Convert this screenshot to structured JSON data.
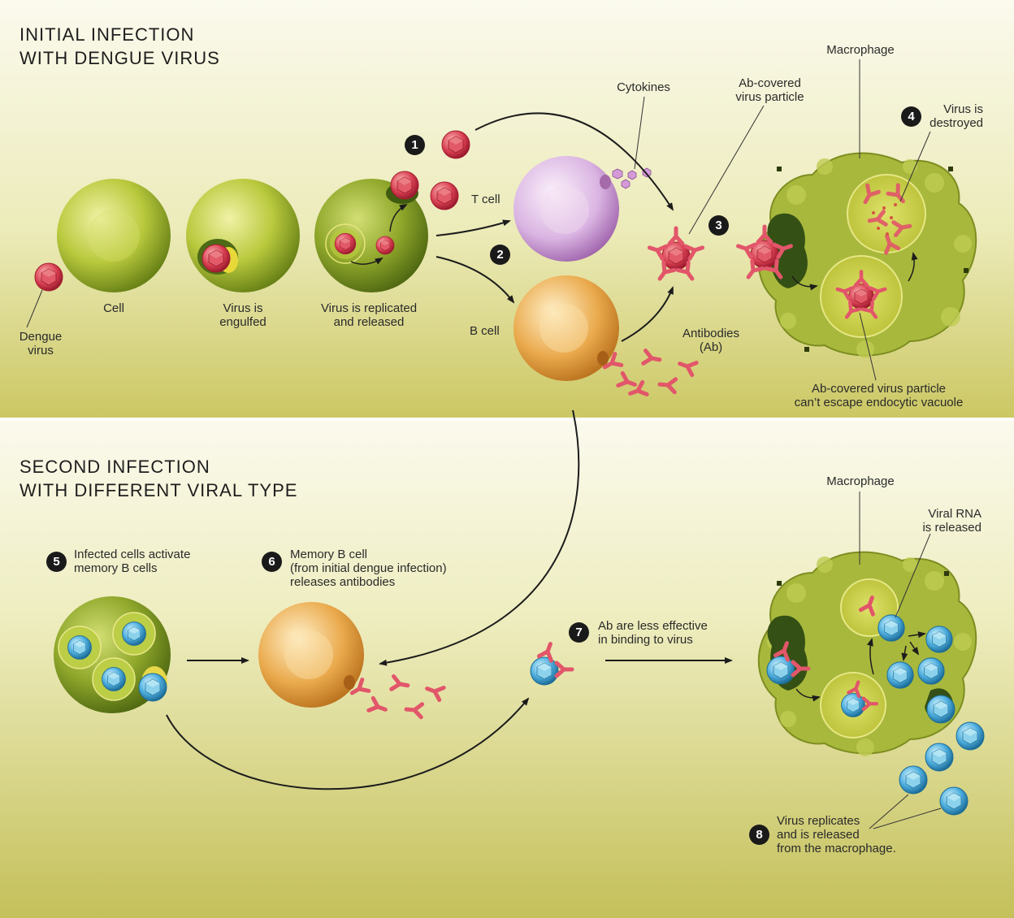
{
  "panel_top": {
    "title": "INITIAL INFECTION\nWITH DENGUE VIRUS",
    "labels": {
      "dengue_virus": "Dengue\nvirus",
      "cell": "Cell",
      "virus_engulfed": "Virus is\nengulfed",
      "virus_replicated": "Virus is replicated\nand released",
      "t_cell": "T cell",
      "b_cell": "B cell",
      "cytokines": "Cytokines",
      "antibodies": "Antibodies\n(Ab)",
      "ab_covered": "Ab-covered\nvirus particle",
      "macrophage": "Macrophage",
      "virus_destroyed": "Virus is\ndestroyed",
      "cant_escape": "Ab-covered virus particle\ncan’t escape endocytic vacuole"
    },
    "steps": [
      "1",
      "2",
      "3",
      "4"
    ]
  },
  "panel_bottom": {
    "title": "SECOND INFECTION\nWITH DIFFERENT VIRAL TYPE",
    "labels": {
      "step5": "Infected cells activate\nmemory B cells",
      "step6": "Memory B cell\n(from initial dengue infection)\nreleases antibodies",
      "step7": "Ab are less effective\nin binding to virus",
      "macrophage": "Macrophage",
      "viral_rna": "Viral RNA\nis released",
      "step8": "Virus replicates\nand is released\nfrom the macrophage."
    },
    "steps": [
      "5",
      "6",
      "7",
      "8"
    ]
  },
  "colors": {
    "background_light": "#faf8e6",
    "background_dark": "#c8c45e",
    "host_cell": "#9fb62a",
    "t_cell": "#dcb4e2",
    "b_cell": "#e9a94a",
    "dengue_virus": "#d23c4e",
    "second_virus": "#3d9cc8",
    "antibody": "#e2566a",
    "macrophage": "#a2b33a"
  }
}
